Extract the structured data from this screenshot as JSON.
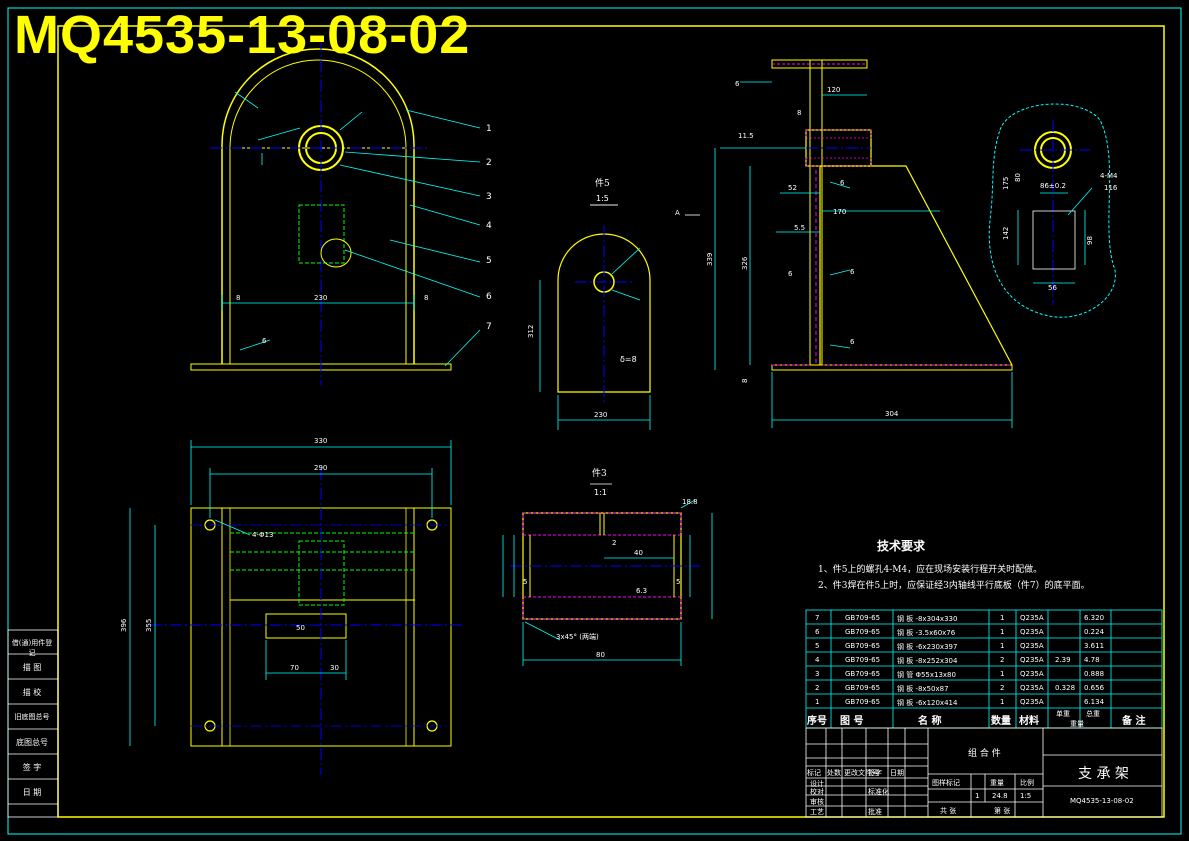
{
  "drawing_number_big": "MQ4535-13-08-02",
  "colors": {
    "background": "#000000",
    "frame": "#00ffff",
    "outline": "#ffff00",
    "center": "#0000ff",
    "leader": "#00ffff",
    "hatch": "#ff00ff",
    "hidden": "#00ff00",
    "text": "#ffffff"
  },
  "callouts": [
    "1",
    "2",
    "3",
    "4",
    "5",
    "6",
    "7"
  ],
  "views": {
    "front": {
      "dims": [
        "8",
        "230",
        "8"
      ],
      "weld": "6"
    },
    "part5": {
      "label": "件5",
      "scale": "1:5",
      "dims": [
        "312",
        "230"
      ],
      "thickness": "δ=8"
    },
    "side": {
      "dims": [
        "120",
        "8",
        "11.5",
        "52",
        "170",
        "5.5",
        "339",
        "326",
        "8",
        "304"
      ],
      "welds": [
        "6",
        "6",
        "6",
        "6",
        "6"
      ],
      "mark": "A"
    },
    "detail": {
      "dims": [
        "4-M4",
        "175",
        "80",
        "142",
        "98",
        "116",
        "56",
        "86±0.2"
      ]
    },
    "plan": {
      "dims": [
        "330",
        "290",
        "396",
        "355",
        "70",
        "30",
        "50"
      ],
      "note": "4-Φ13"
    },
    "part3": {
      "label": "件3",
      "scale": "1:1",
      "dims": [
        "18.8",
        "40",
        "2",
        "80",
        "5",
        "5",
        "6.3",
        "3x45° (两端)"
      ]
    }
  },
  "tech": {
    "title": "技术要求",
    "items": [
      "1、件5上的螺孔4-M4，应在现场安装行程开关时配做。",
      "2、件3焊在件5上时，应保证经3内轴线平行底板（件7）的底平面。"
    ]
  },
  "bom": {
    "header": {
      "seq": "序号",
      "code": "图 号",
      "name": "名 称",
      "qty": "数量",
      "material": "材料",
      "unit_weight": "单重",
      "total_weight": "总重",
      "weight": "重量",
      "remark": "备 注"
    },
    "rows": [
      {
        "seq": "7",
        "code": "GB709-65",
        "name": "钢 板 -8x304x330",
        "qty": "1",
        "material": "Q235A",
        "unit": "",
        "total": "6.320"
      },
      {
        "seq": "6",
        "code": "GB709-65",
        "name": "钢 板 -3.5x60x76",
        "qty": "1",
        "material": "Q235A",
        "unit": "",
        "total": "0.224"
      },
      {
        "seq": "5",
        "code": "GB709-65",
        "name": "钢 板 -6x230x397",
        "qty": "1",
        "material": "Q235A",
        "unit": "",
        "total": "3.611"
      },
      {
        "seq": "4",
        "code": "GB709-65",
        "name": "钢 板 -8x252x304",
        "qty": "2",
        "material": "Q235A",
        "unit": "2.39",
        "total": "4.78"
      },
      {
        "seq": "3",
        "code": "GB709-65",
        "name": "钢 管 Φ55x13x80",
        "qty": "1",
        "material": "Q235A",
        "unit": "",
        "total": "0.888"
      },
      {
        "seq": "2",
        "code": "GB709-65",
        "name": "钢 板 -8x50x87",
        "qty": "2",
        "material": "Q235A",
        "unit": "0.328",
        "total": "0.656"
      },
      {
        "seq": "1",
        "code": "GB709-65",
        "name": "钢 板 -6x120x414",
        "qty": "1",
        "material": "Q235A",
        "unit": "",
        "total": "6.134"
      }
    ]
  },
  "title_block": {
    "assembly": "组 合 件",
    "part_name": "支 承 架",
    "drawing_no": "MQ4535-13-08-02",
    "stage": "图样标记",
    "weight_label": "重量",
    "scale_label": "比例",
    "weight": "24.8",
    "scale": "1:5",
    "qty": "1",
    "sheets": "共  张",
    "sheet": "第  张",
    "rows": [
      "标记",
      "处数",
      "更改文件号",
      "签字",
      "日期"
    ],
    "roles": [
      "设计",
      "校对",
      "审核",
      "工艺",
      "标准化",
      "批准"
    ]
  },
  "side_column": [
    "借(通)用件登记",
    "描 图",
    "描 校",
    "旧底图总号",
    "底图总号",
    "签 字",
    "日 期"
  ]
}
